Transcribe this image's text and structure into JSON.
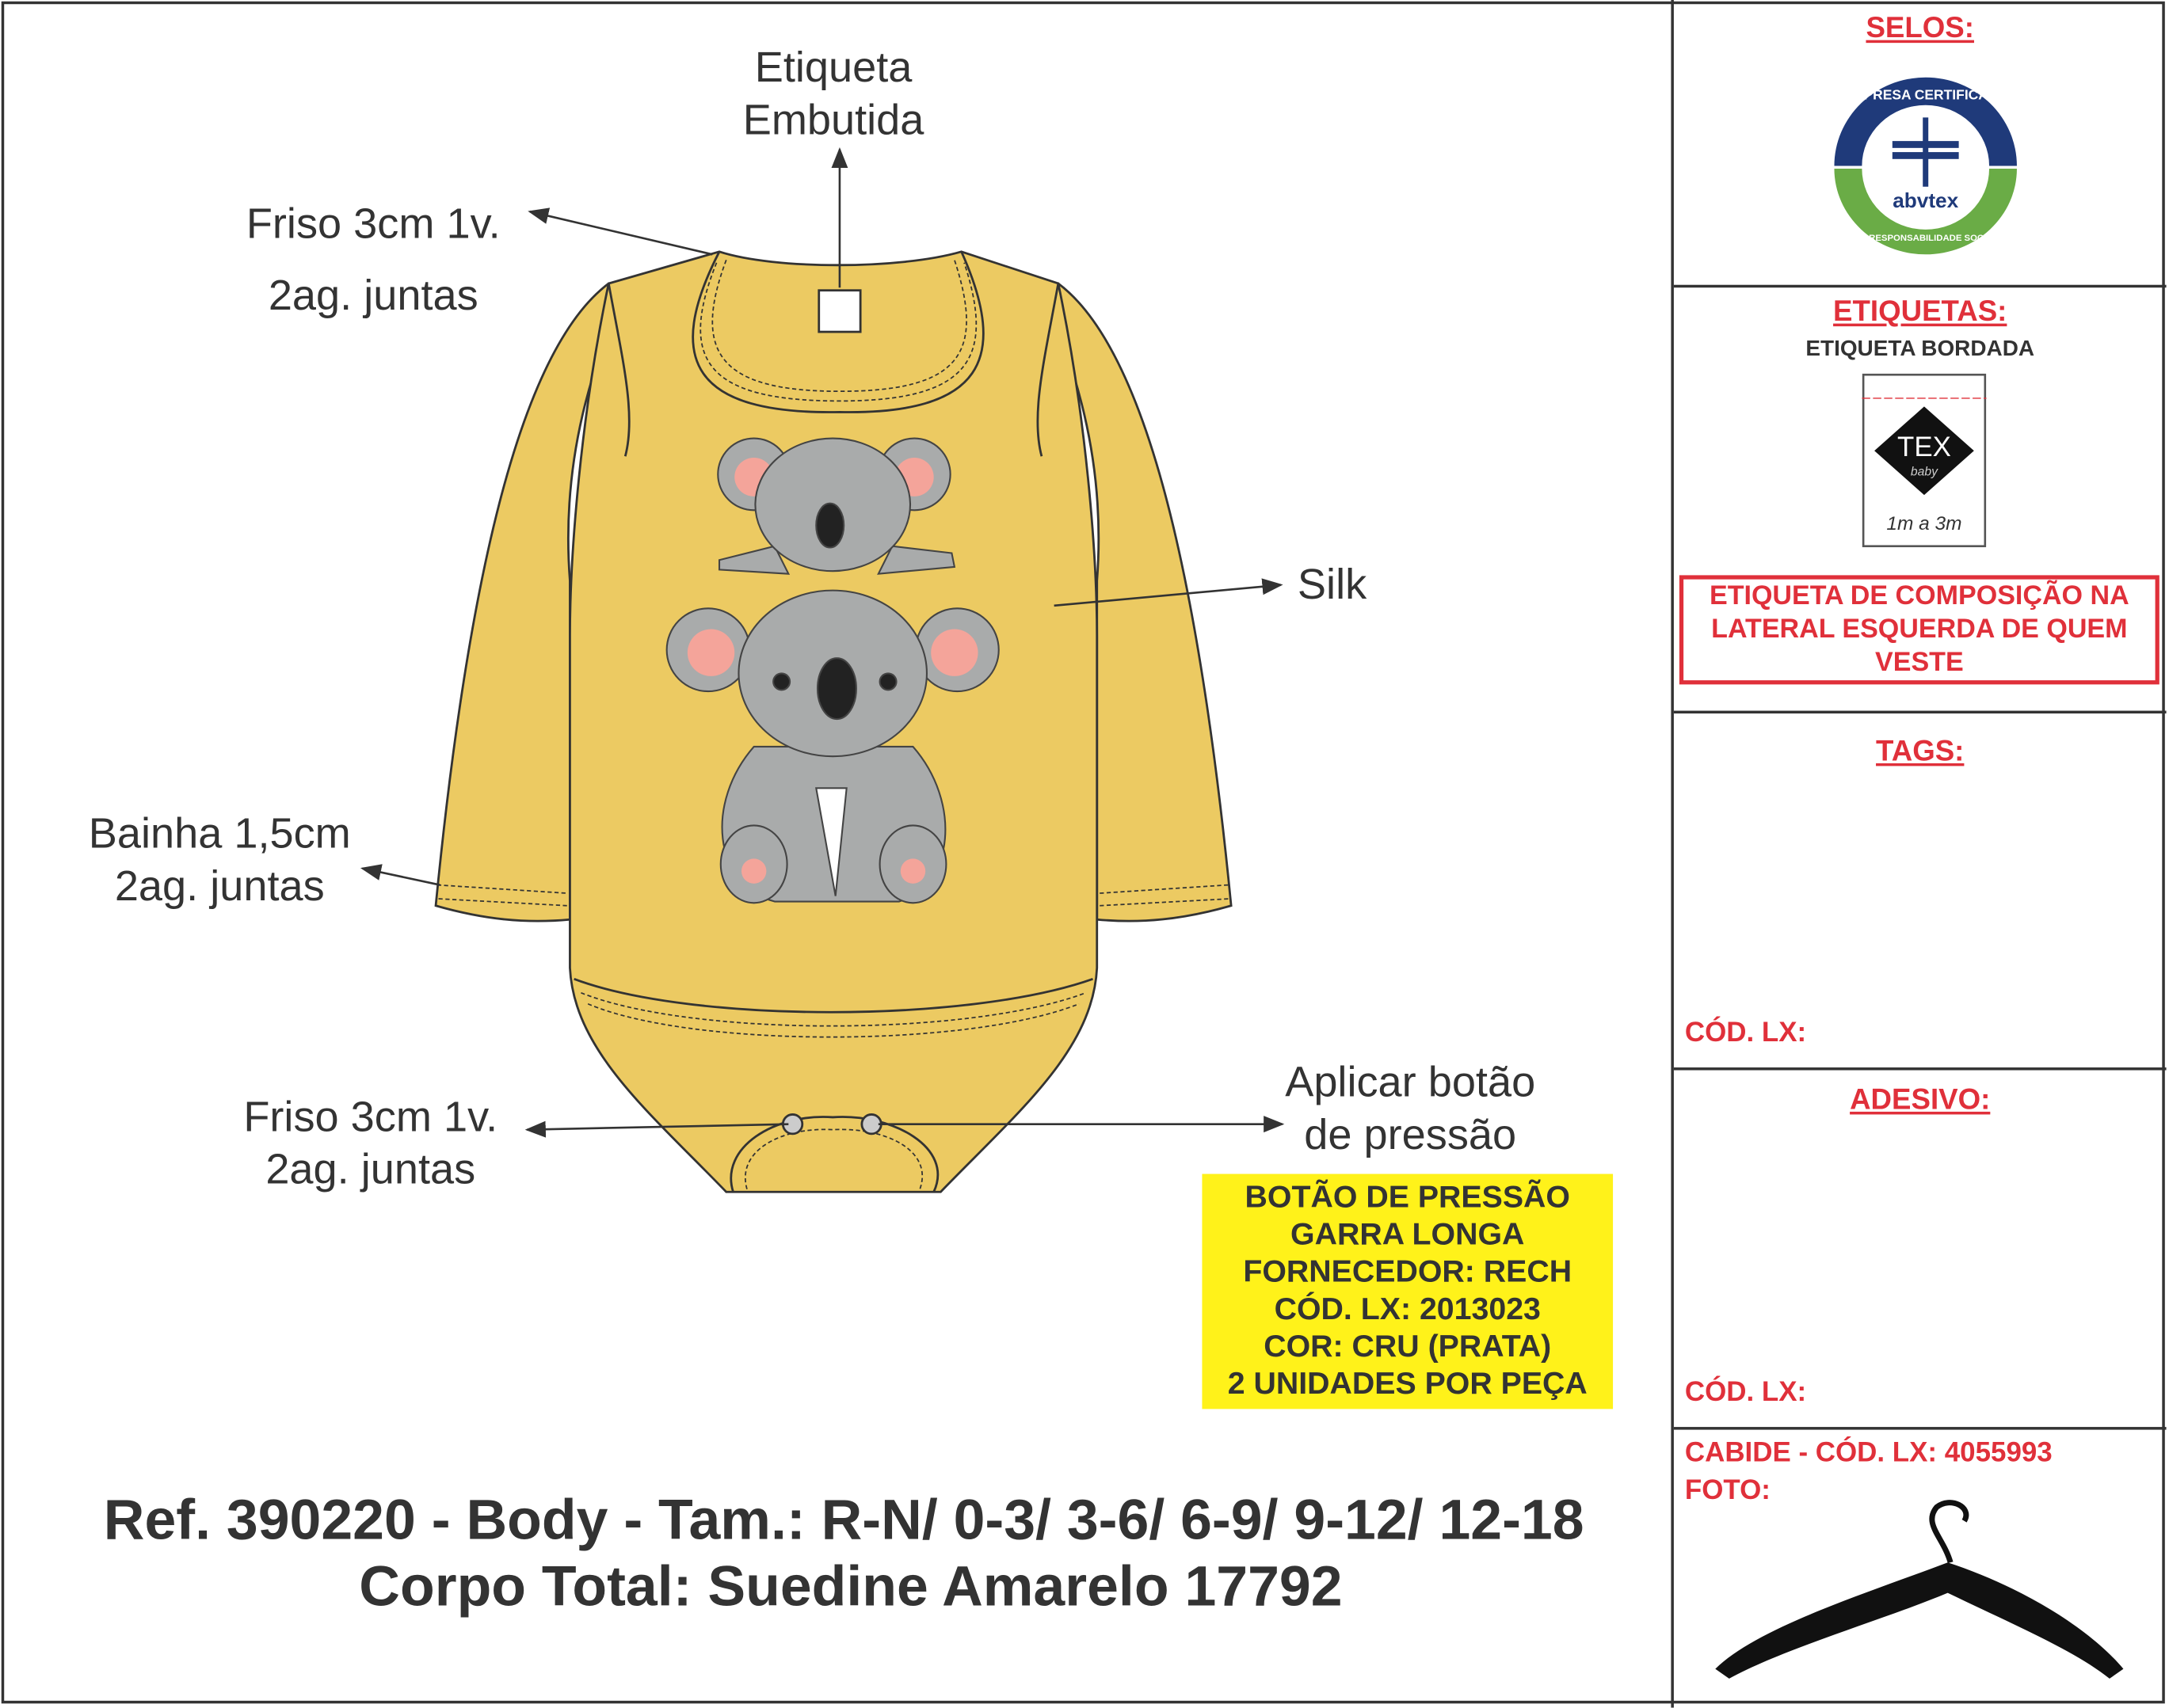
{
  "annotations": {
    "etiqueta_embutida": [
      "Etiqueta",
      "Embutida"
    ],
    "friso_gola": [
      "Friso 3cm 1v.",
      "2ag. juntas"
    ],
    "silk": "Silk",
    "bainha": [
      "Bainha 1,5cm",
      "2ag. juntas"
    ],
    "friso_entreperna": [
      "Friso 3cm 1v.",
      "2ag. juntas"
    ],
    "botao": [
      "Aplicar botão",
      "de pressão"
    ]
  },
  "button_spec": [
    "BOTÃO DE PRESSÃO",
    "GARRA LONGA",
    "FORNECEDOR: RECH",
    "CÓD. LX: 2013023",
    "COR: CRU (PRATA)",
    "2 UNIDADES POR PEÇA"
  ],
  "title": {
    "line1": "Ref. 390220 - Body - Tam.: R-N/ 0-3/ 3-6/ 6-9/ 9-12/ 12-18",
    "line2": "Corpo Total: Suedine Amarelo 17792"
  },
  "sidebar": {
    "selos": {
      "header": "SELOS:",
      "seal_text": [
        "EMPRESA CERTIFICADA",
        "abvtex",
        "EM RESPONSABILIDADE SOCIAL"
      ]
    },
    "etiquetas": {
      "header": "ETIQUETAS:",
      "subtitle": "ETIQUETA BORDADA",
      "label_text": [
        "TEX",
        "baby",
        "1m a 3m"
      ],
      "composition_note": "ETIQUETA DE COMPOSIÇÃO NA LATERAL ESQUERDA DE QUEM VESTE"
    },
    "tags": {
      "header": "TAGS:",
      "code": "CÓD. LX:"
    },
    "adesivo": {
      "header": "ADESIVO:",
      "code": "CÓD. LX:"
    },
    "cabide": {
      "line1": "CABIDE - CÓD. LX: 4055993",
      "line2": "FOTO:"
    }
  },
  "colors": {
    "garment": "#ecca62",
    "accent_red": "#e0303a",
    "highlight": "#fff21a",
    "koala": "#a9abab"
  }
}
